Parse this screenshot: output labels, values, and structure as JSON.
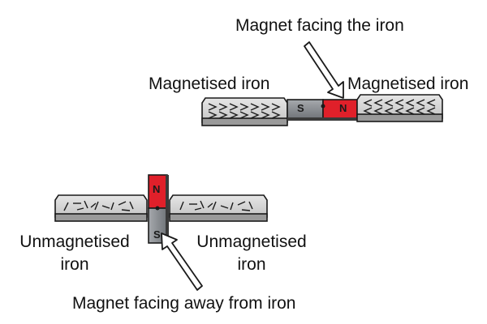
{
  "top": {
    "arrow_label": "Magnet facing the iron",
    "left_label": "Magnetised iron",
    "right_label": "Magnetised iron",
    "magnet_left_pole": "S",
    "magnet_right_pole": "N"
  },
  "bottom": {
    "left_label_line1": "Unmagnetised",
    "left_label_line2": "iron",
    "right_label_line1": "Unmagnetised",
    "right_label_line2": "iron",
    "arrow_label": "Magnet facing away from iron",
    "magnet_top_pole": "N",
    "magnet_bottom_pole": "S"
  },
  "colors": {
    "red_pole": "#e0202a",
    "grey_pole": "#8c8f94",
    "iron_face": "#d4d4d4",
    "iron_side": "#9a9a9a",
    "outline": "#1a1a1a"
  }
}
